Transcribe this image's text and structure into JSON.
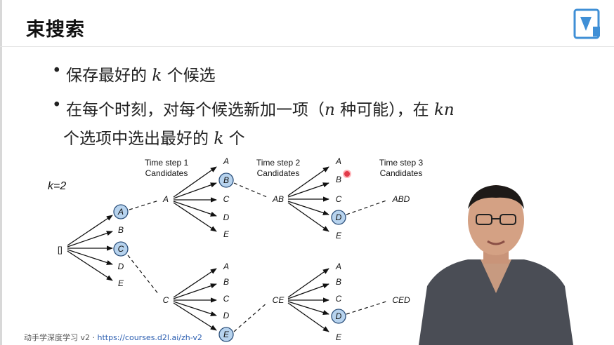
{
  "title": "束搜索",
  "bullets": {
    "b1_pre": "保存最好的",
    "b1_k": "k",
    "b1_post": "个候选",
    "b2_pre": "在每个时刻，对每个候选新加一项（",
    "b2_n": "n",
    "b2_mid": "种可能），在",
    "b2_kn": "kn",
    "b2b_pre": "个选项中选出最好的",
    "b2b_k": "k",
    "b2b_post": "个"
  },
  "diagram": {
    "k_label": "k=2",
    "root": "[]",
    "step1_title": "Time step 1",
    "step1_sub": "Candidates",
    "step2_title": "Time step 2",
    "step2_sub": "Candidates",
    "step3_title": "Time step 3",
    "step3_sub": "Candidates",
    "level1": [
      "A",
      "B",
      "C",
      "D",
      "E"
    ],
    "cand1": [
      "A",
      "C"
    ],
    "level2a": [
      "A",
      "B",
      "C",
      "D",
      "E"
    ],
    "level2c": [
      "A",
      "B",
      "C",
      "D",
      "E"
    ],
    "cand2": [
      "AB",
      "CE"
    ],
    "level3a": [
      "A",
      "B",
      "C",
      "D",
      "E"
    ],
    "level3c": [
      "A",
      "B",
      "C",
      "D",
      "E"
    ],
    "cand3": [
      "ABD",
      "CED"
    ],
    "colors": {
      "selected_fill": "#b7d3ee",
      "selected_stroke": "#2b4f7a",
      "line": "#111111"
    }
  },
  "footer": {
    "prefix": "动手学深度学习 v2 · ",
    "link": "https://courses.d2l.ai/zh-v2"
  }
}
